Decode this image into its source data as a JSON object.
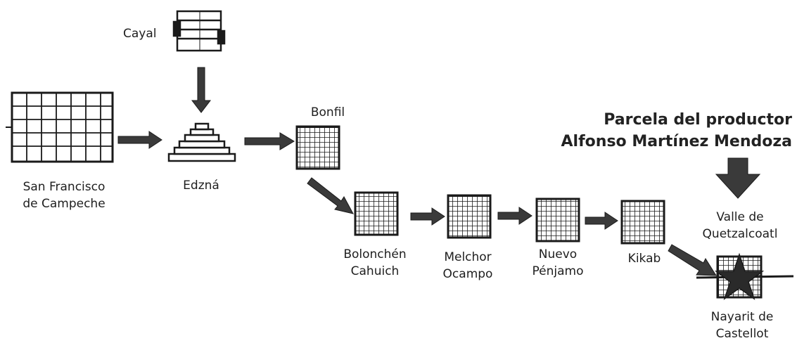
{
  "labels": {
    "cayal": "Cayal",
    "san_francisco": [
      "San Francisco",
      "de Campeche"
    ],
    "edzna": "Edzná",
    "bonfil": "Bonfil",
    "bolonchen": [
      "Bolonchén",
      "Cahuich"
    ],
    "melchor": [
      "Melchor",
      "Ocampo"
    ],
    "nuevo": [
      "Nuevo",
      "Pénjamo"
    ],
    "kikab": "Kikab",
    "valle": [
      "Valle de",
      "Quetzalcoatl"
    ],
    "nayarit": [
      "Nayarit de",
      "Castellot"
    ],
    "parcela": [
      "Parcela del productor",
      "Alfonso Martínez Mendoza"
    ]
  },
  "icons": {
    "city": "city-grid-icon",
    "town": "town-grid-icon",
    "archaeological_site": "pyramid-icon",
    "cayal": "stacked-blocks-icon",
    "plot": "star-icon"
  },
  "colors": {
    "ink": "#1a1a1a",
    "arrow": "#3a3a3a",
    "background": "#ffffff"
  }
}
